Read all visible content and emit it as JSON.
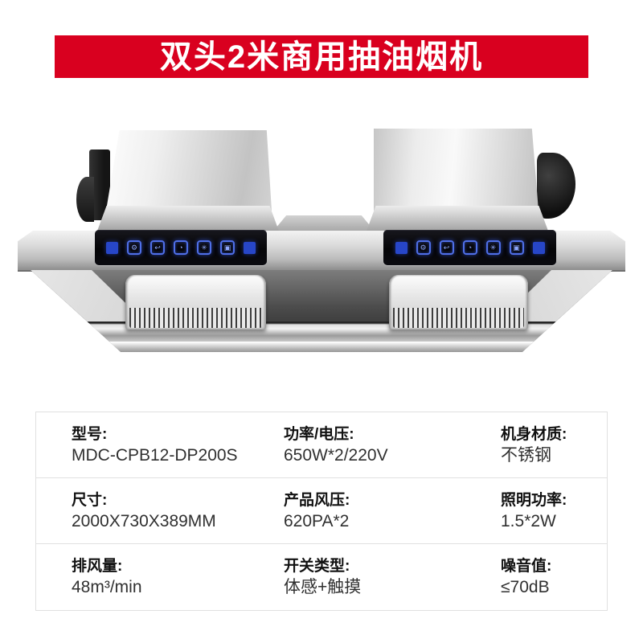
{
  "banner": {
    "title": "双头2米商用抽油烟机",
    "bg_color": "#d9001f",
    "text_color": "#ffffff"
  },
  "product": {
    "description": "double-head 2m commercial stainless steel range hood with two touch control panels",
    "panel_accent_blue": "#2746c8",
    "panel_icons": [
      {
        "name": "speed-icon",
        "glyph": "⚙"
      },
      {
        "name": "delay-icon",
        "glyph": "↩"
      },
      {
        "name": "timer-icon",
        "glyph": "◔"
      },
      {
        "name": "fan-icon",
        "glyph": "✳"
      },
      {
        "name": "light-icon",
        "glyph": "▣"
      }
    ]
  },
  "specs": {
    "rows": [
      {
        "cells": [
          {
            "label": "型号:",
            "value": "MDC-CPB12-DP200S"
          },
          {
            "label": "功率/电压:",
            "value": "650W*2/220V"
          },
          {
            "label": "机身材质:",
            "value": "不锈钢"
          }
        ]
      },
      {
        "cells": [
          {
            "label": "尺寸:",
            "value": "2000X730X389MM"
          },
          {
            "label": "产品风压:",
            "value": "620PA*2"
          },
          {
            "label": "照明功率:",
            "value": "1.5*2W"
          }
        ]
      },
      {
        "cells": [
          {
            "label": "排风量:",
            "value": "48m³/min"
          },
          {
            "label": "开关类型:",
            "value": "体感+触摸"
          },
          {
            "label": "噪音值:",
            "value": "≤70dB"
          }
        ]
      }
    ]
  }
}
